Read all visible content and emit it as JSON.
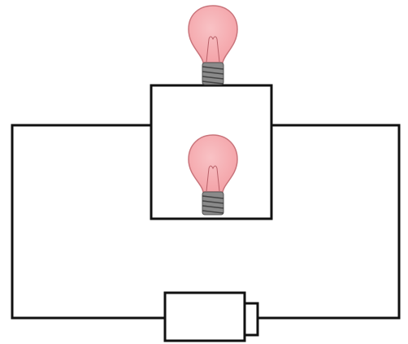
{
  "colors": {
    "wire": "#111111",
    "bulb_glass": "#f4a3a8",
    "bulb_outline": "#c9747b",
    "filament": "#b86068",
    "bulb_base": "#8a8a8a",
    "bulb_thread": "#444444",
    "battery_fill": "#ffffff"
  },
  "components": [
    {
      "type": "lightbulb",
      "icon": "lightbulb-icon"
    },
    {
      "type": "lightbulb",
      "icon": "lightbulb-icon"
    },
    {
      "type": "battery",
      "icon": "battery-icon"
    }
  ]
}
